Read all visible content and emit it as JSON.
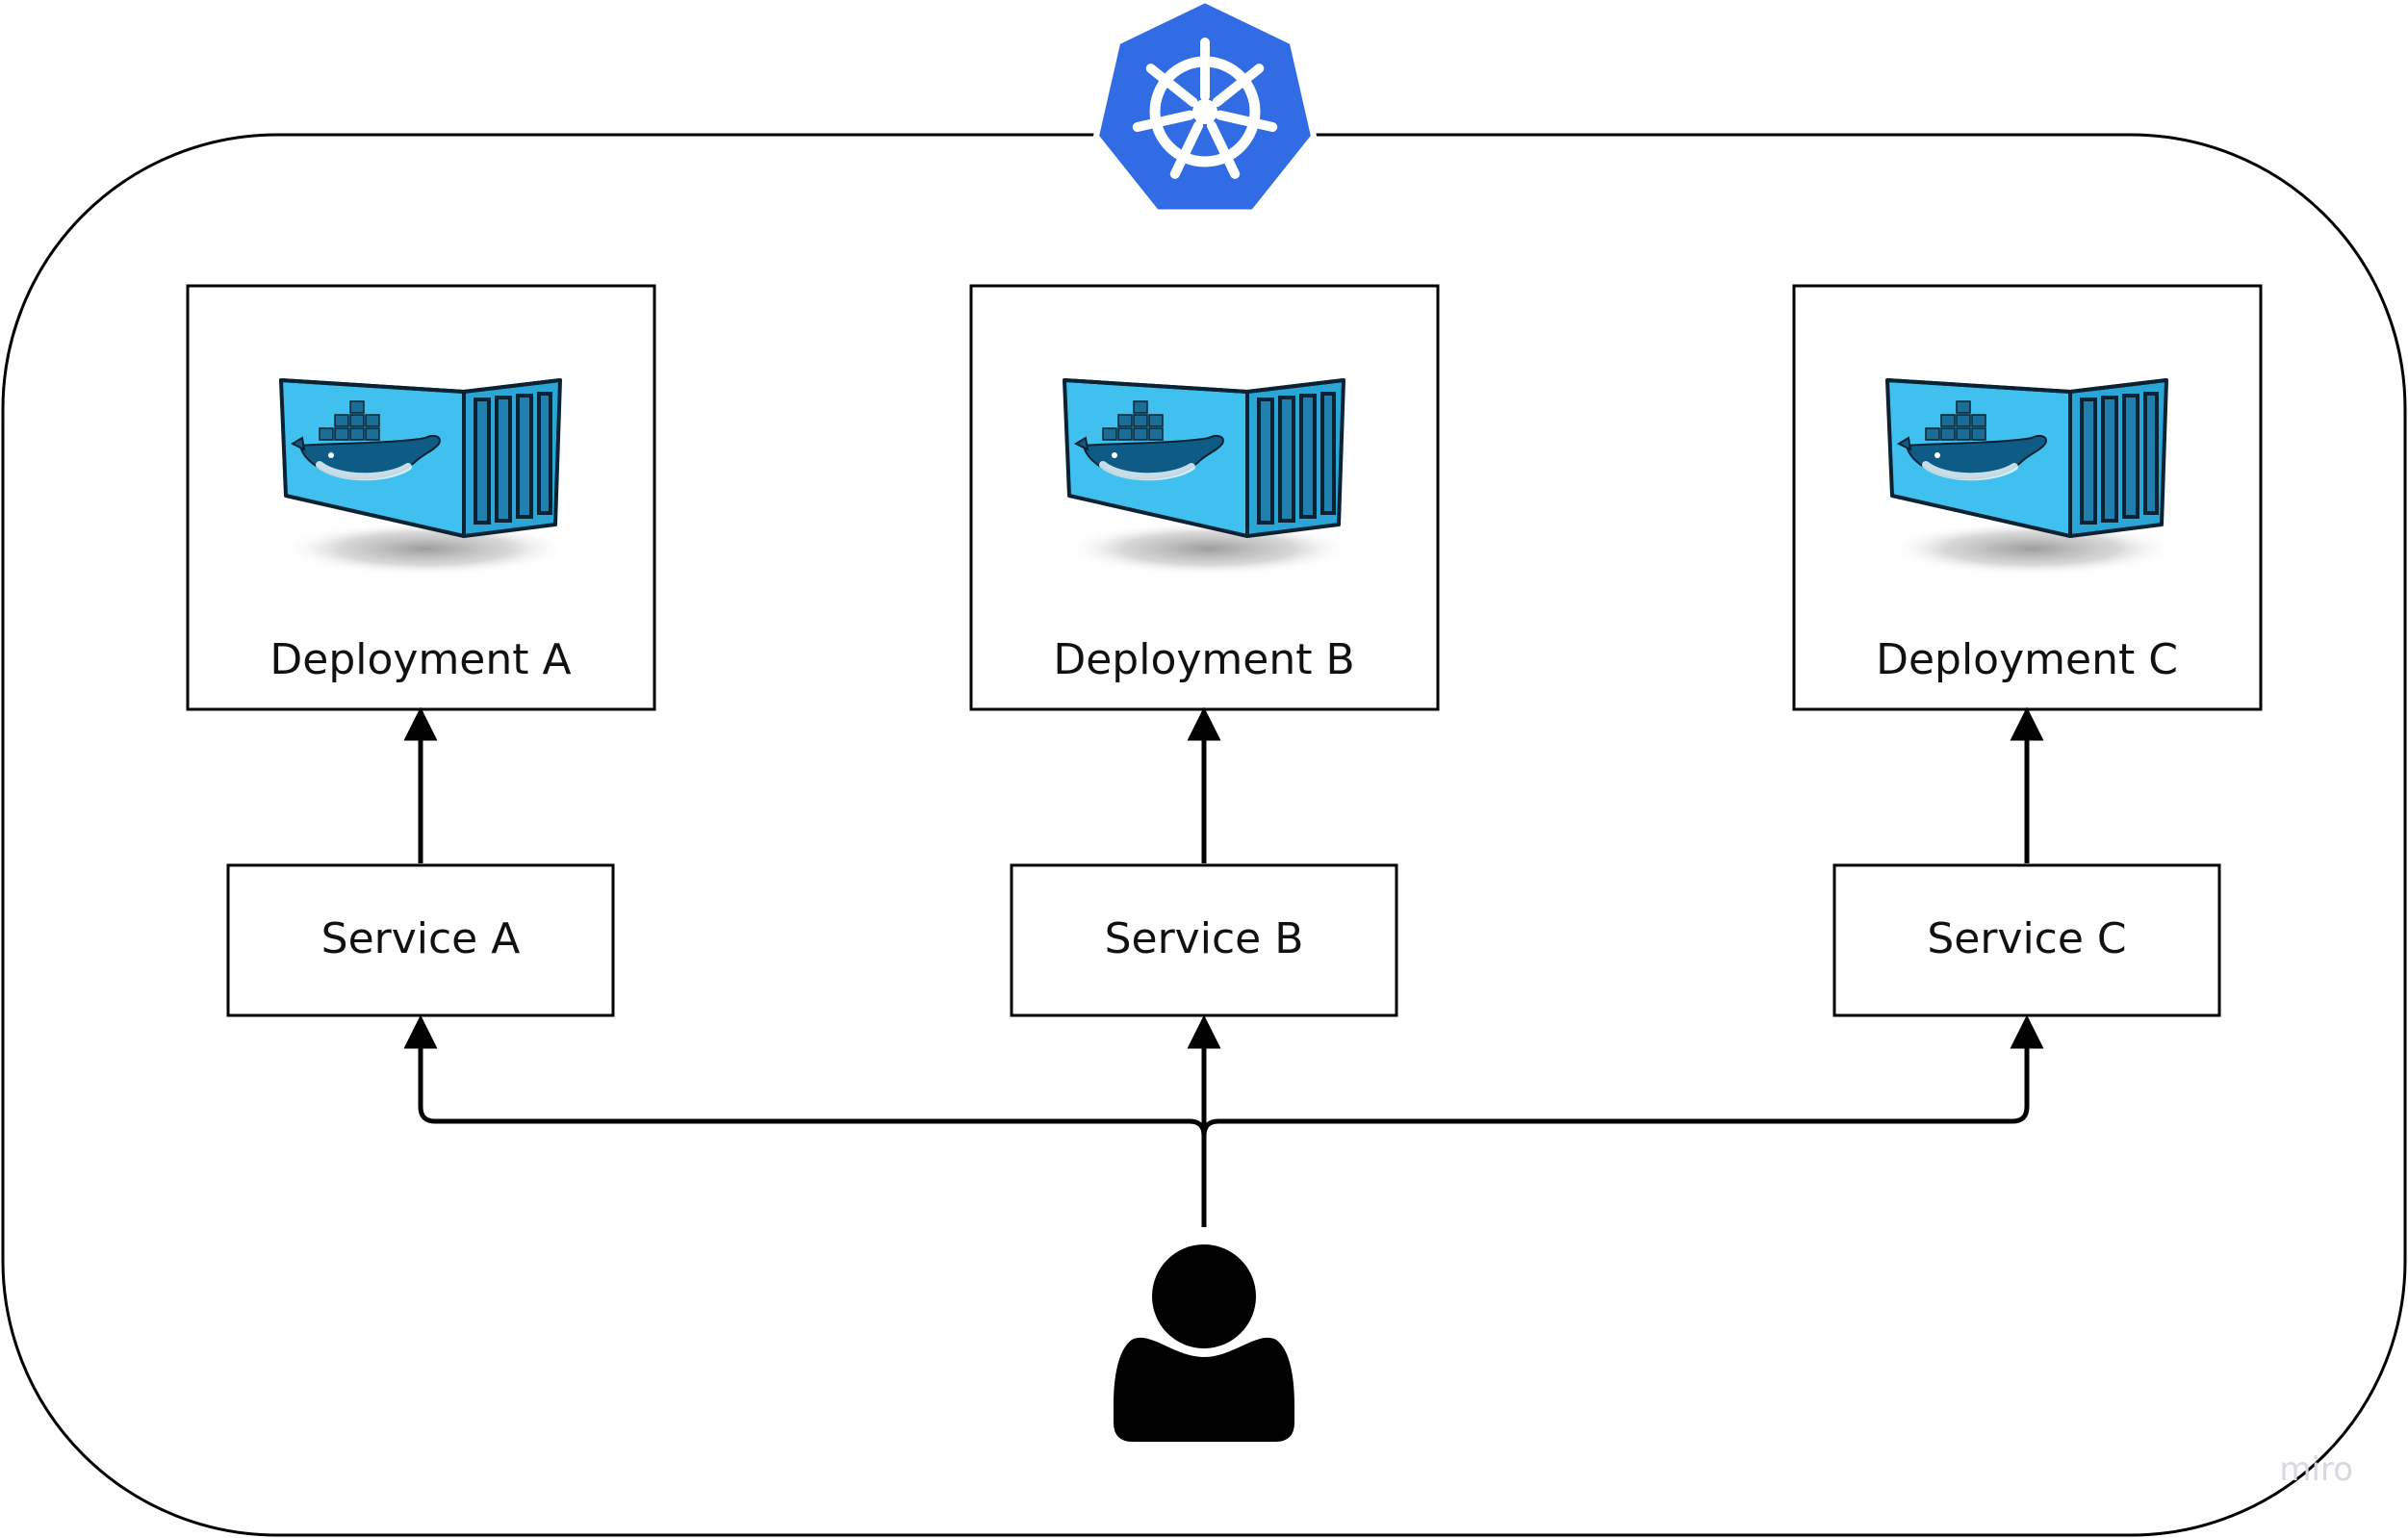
{
  "deployments": [
    {
      "label": "Deployment A"
    },
    {
      "label": "Deployment B"
    },
    {
      "label": "Deployment C"
    }
  ],
  "services": [
    {
      "label": "Service A"
    },
    {
      "label": "Service B"
    },
    {
      "label": "Service C"
    }
  ],
  "watermark": "miro",
  "icons": {
    "cluster": "kubernetes-helm-icon",
    "container": "docker-container-icon",
    "user": "user-icon"
  },
  "colors": {
    "kubernetes_blue": "#326ce5",
    "container_blue": "#3fc0ef",
    "container_dark": "#1a6e96",
    "line": "#000000"
  }
}
